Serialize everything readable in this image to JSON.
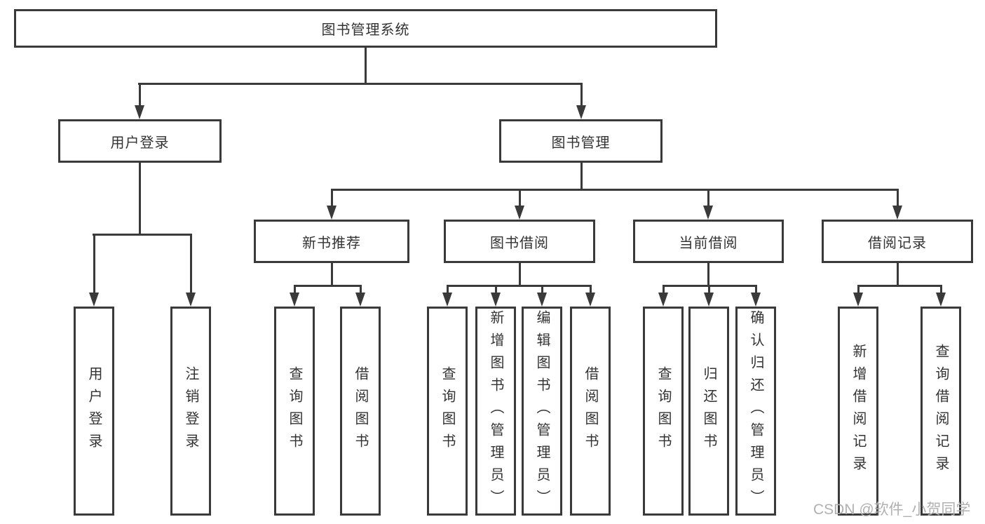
{
  "diagram": {
    "root": {
      "label": "图书管理系统"
    },
    "level2": {
      "user_login": {
        "label": "用户登录"
      },
      "book_management": {
        "label": "图书管理"
      }
    },
    "level3": {
      "new_book_recommend": {
        "label": "新书推荐"
      },
      "book_borrow": {
        "label": "图书借阅"
      },
      "current_borrow": {
        "label": "当前借阅"
      },
      "borrow_record": {
        "label": "借阅记录"
      }
    },
    "leaves": {
      "user_login": [
        "用户登录",
        "注销登录"
      ],
      "new_book_recommend": [
        "查询图书",
        "借阅图书"
      ],
      "book_borrow": [
        "查询图书",
        "新增图书（管理员）",
        "编辑图书（管理员）",
        "借阅图书"
      ],
      "current_borrow": [
        "查询图书",
        "归还图书",
        "确认归还（管理员）"
      ],
      "borrow_record": [
        "新增借阅记录",
        "查询借阅记录"
      ]
    },
    "watermark": "CSDN @软件_小贺同学",
    "colors": {
      "line": "#3a3a3a",
      "text": "#333333",
      "watermark": "#b0b0b0",
      "background": "#ffffff"
    }
  }
}
